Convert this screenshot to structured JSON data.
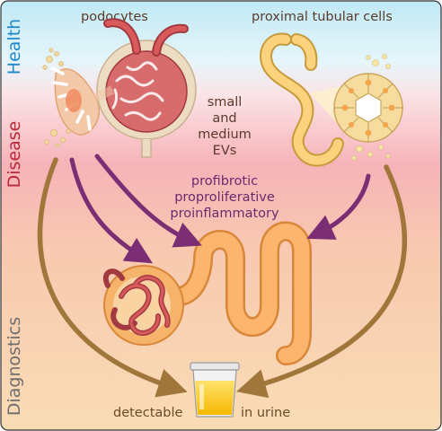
{
  "sections": {
    "health": "Health",
    "disease": "Disease",
    "diagnostics": "Diagnostics"
  },
  "cells": {
    "podocytes": "podocytes",
    "proximal_tubular": "proximal tubular cells"
  },
  "evs": {
    "line1": "small",
    "line2": "and",
    "line3": "medium",
    "line4": "EVs"
  },
  "effects": {
    "line1": "profibrotic",
    "line2": "proproliferative",
    "line3": "proinflammatory"
  },
  "urine": {
    "left": "detectable",
    "right": "in urine"
  },
  "colors": {
    "health_band": "#bfe9f5",
    "disease_band": "#f6b3b8",
    "diagnostics_band": "#f8d9b3",
    "health_text": "#1e88c8",
    "disease_text": "#b8293a",
    "diagnostics_text": "#6e6e6e",
    "label_text": "#5a3b2a",
    "effects_text": "#6b2a6e",
    "purple_arrow": "#7b2e73",
    "brown_arrow": "#a0763a",
    "tubule": "#f6b46a",
    "glomerulus": "#b5333d"
  }
}
